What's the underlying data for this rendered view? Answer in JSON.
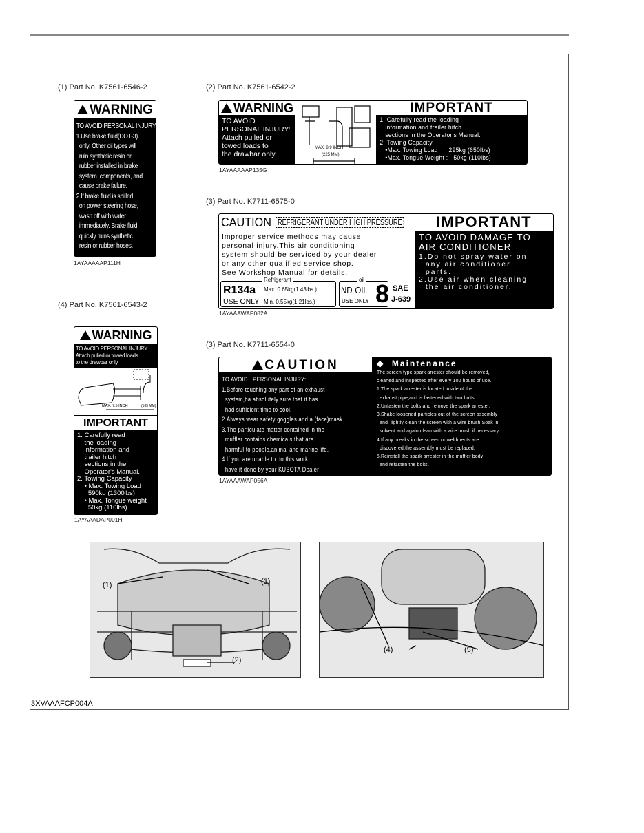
{
  "page_code": "3XVAAAFCP004A",
  "labels": [
    {
      "caption": "(1) Part No. K7561-6546-2",
      "header": "WARNING",
      "lines": [
        "TO AVOID PERSONAL INJURY:",
        "1.Use brake fluid(DOT-3)",
        "  only. Other oil types will",
        "  ruin synthetic resin or",
        "  rubber installed in brake",
        "  system  components, and",
        "  cause brake failure.",
        "2.If brake fluid is spilled",
        "  on power steering hose,",
        "  wash off with water",
        "  immediately. Brake fluid",
        "  quickly ruins synthetic",
        "  resin or rubber hoses."
      ],
      "code": "1AYAAAAAP111H"
    },
    {
      "caption": "(2) Part No. K7561-6542-2",
      "header": "WARNING",
      "warning_lines": [
        "TO AVOID",
        "PERSONAL INJURY:",
        "Attach pulled or",
        "towed loads to",
        "the drawbar only."
      ],
      "diagram_text": [
        "MAX. 8.9 INCH",
        "(225 MM)"
      ],
      "important_header": "IMPORTANT",
      "important_lines": [
        "1. Carefully read the loading",
        "   information and trailer hitch",
        "   sections in the Operator's Manual.",
        "2. Towing Capacity",
        "   •Max. Towing Load    : 295kg (650lbs)",
        "   •Max. Tongue Weight :   50kg (110lbs)"
      ],
      "code": "1AYAAAAAP135G"
    },
    {
      "caption": "(3) Part No. K7711-6575-0",
      "caution": "CAUTION",
      "caution_sub": "REFRIGERANT UNDER HIGH PRESSURE",
      "lines": [
        "Improper service methods may cause",
        "personal injury.This air conditioning",
        "system should be serviced by your dealer",
        "or any other qualified service shop.",
        "See Workshop Manual for details."
      ],
      "refrigerant_title": "Refrigerant",
      "refrigerant_name": "R134a",
      "refrigerant_use": "USE ONLY",
      "refrigerant_max": "Max. 0.65kg(1.43lbs.)",
      "refrigerant_min": "Min. 0.55kg(1.21lbs.)",
      "oil_title": "oil",
      "oil_name": "ND-OIL",
      "oil_num": "8",
      "oil_use": "USE ONLY",
      "sae": "SAE",
      "sae_num": "J-639",
      "important_header": "IMPORTANT",
      "important_lines": [
        "TO AVOID DAMAGE TO",
        "AIR CONDITIONER"
      ],
      "important_items": [
        "1.Do not spray water on",
        "  any air conditioner",
        "  parts.",
        "2.Use air when cleaning",
        "  the air conditioner."
      ],
      "code": "1AYAAAWAP082A"
    },
    {
      "caption": "(4) Part No. K7561-6543-2",
      "header": "WARNING",
      "warning_lines": [
        "TO AVOID PERSONAL INJURY.",
        "Attach pulled or towed loads",
        "to the drawbar only."
      ],
      "diagram_text": [
        "MAX. 7.5 INCH",
        "(185 MM)"
      ],
      "important_header": "IMPORTANT",
      "important_lines": [
        "1. Carefully read",
        "    the loading",
        "    information and",
        "    trailer hitch",
        "    sections in the",
        "    Operator's Manual.",
        "2. Towing Capacity",
        "    • Max. Towing Load",
        "      590kg (1300lbs)",
        "    • Max. Tongue weight",
        "      50kg (110lbs)"
      ],
      "code": "1AYAAADAP001H"
    },
    {
      "caption": "(3) Part No. K7711-6554-0",
      "header": "CAUTION",
      "lines": [
        "TO AVOID   PERSONAL INJURY:",
        "1.Before touching any part of an exhaust",
        "  system,ba absolutely sure that it has",
        "  had sufficient time to cool.",
        "2.Always wear safety goggles and a (face)mask.",
        "3.The particulate matter contained in the",
        "  muffler contains chemicals that are",
        "  harmful to people,animal and marine life.",
        "4.If you are unable to do this work,",
        "  have it done by your KUBOTA Dealer"
      ],
      "maintenance_header": "Maintenance",
      "maintenance_lines": [
        "The screen type spark arrester should be removed,",
        "cleaned,and inspected after every 100 hours of use.",
        "1.The spark arrester is located inside of the",
        "  exhaust pipe,and is fastened with two bolts.",
        "2.Unfasten the bolts and remove the spark arrester.",
        "3.Shake loosened particles out of the screen assembly",
        "  and  lightly clean the screen with a wire brush.Soak in",
        "  solvent and again clean with a wire brush if necessary.",
        "4.If any breaks in the screen or weldments are",
        "  discovered,the assembly must be replaced.",
        "5.Reinstall the spark arrester in the muffler body",
        "  and refasten the bolts."
      ],
      "code": "1AYAAAWAP056A"
    }
  ],
  "photos": [
    {
      "callouts": [
        "(1)",
        "(3)",
        "(2)"
      ]
    },
    {
      "callouts": [
        "(4)",
        "(5)"
      ]
    }
  ]
}
